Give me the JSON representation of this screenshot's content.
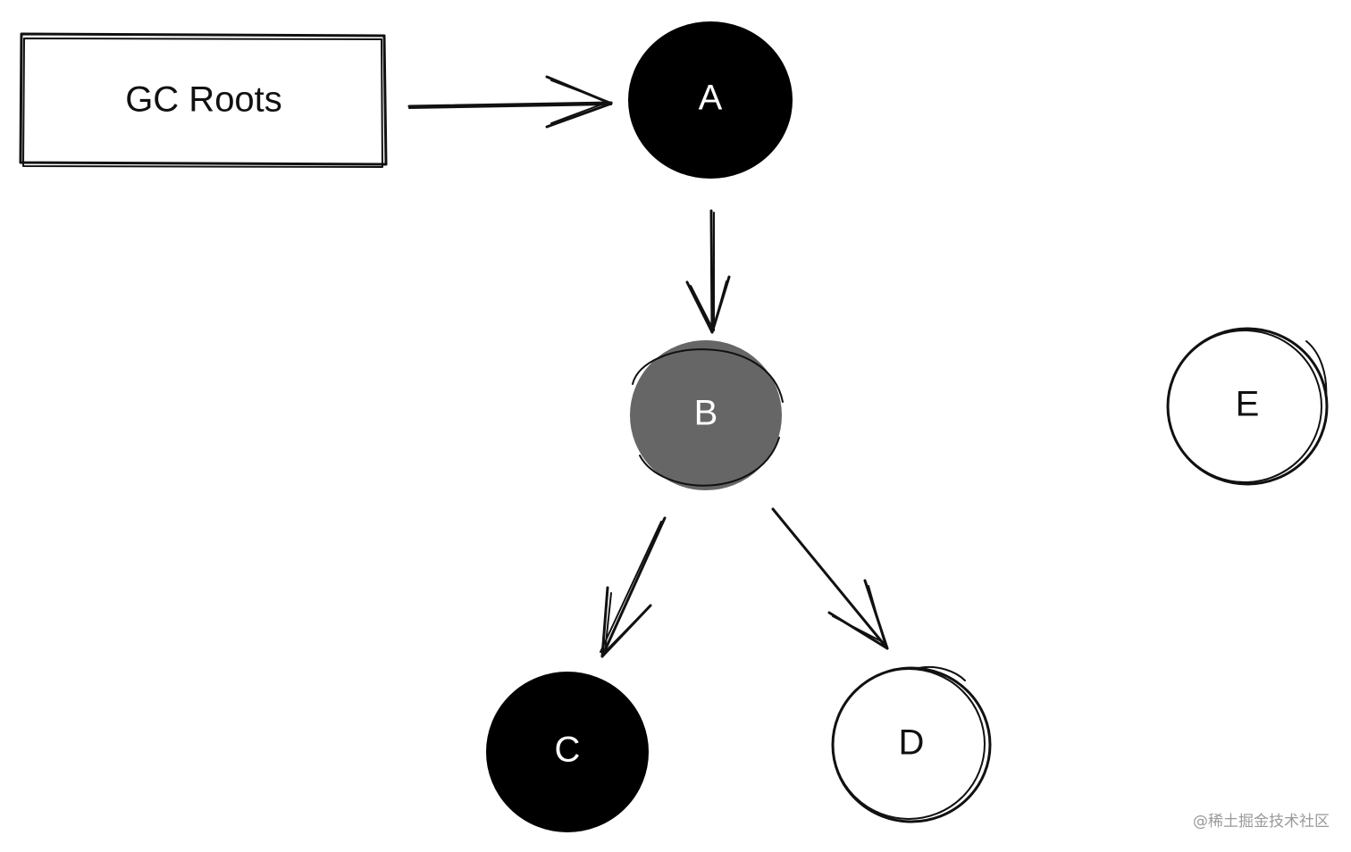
{
  "diagram": {
    "root_box": {
      "label": "GC Roots"
    },
    "nodes": {
      "a": {
        "label": "A",
        "fill": "#000000",
        "text_color": "#ffffff"
      },
      "b": {
        "label": "B",
        "fill": "#666666",
        "text_color": "#ffffff"
      },
      "c": {
        "label": "C",
        "fill": "#000000",
        "text_color": "#ffffff"
      },
      "d": {
        "label": "D",
        "fill": "#ffffff",
        "text_color": "#111111"
      },
      "e": {
        "label": "E",
        "fill": "#ffffff",
        "text_color": "#111111"
      }
    },
    "edges": [
      {
        "from": "GC Roots",
        "to": "A"
      },
      {
        "from": "A",
        "to": "B"
      },
      {
        "from": "B",
        "to": "C"
      },
      {
        "from": "B",
        "to": "D"
      }
    ]
  },
  "watermark": "@稀土掘金技术社区"
}
